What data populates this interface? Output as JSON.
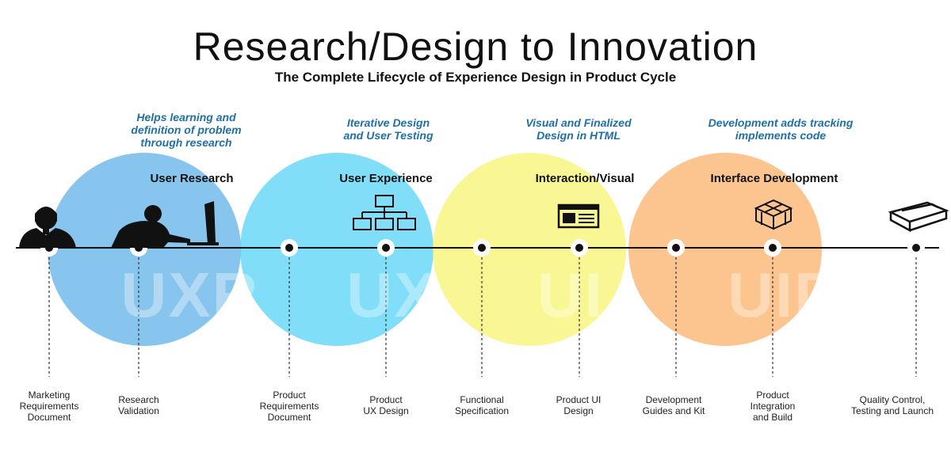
{
  "title": "Research/Design to Innovation",
  "subtitle": "The Complete Lifecycle of Experience Design in Product Cycle",
  "phases": [
    {
      "name": "User Research",
      "abbr": "UXR",
      "note": "Helps learning and\ndefinition of problem\nthrough research",
      "color": "#5aaee8",
      "icon": "person-at-computer-icon"
    },
    {
      "name": "User Experience",
      "abbr": "UX",
      "note": "Iterative Design\nand User Testing",
      "color": "#4fd1f5",
      "icon": "sitemap-icon"
    },
    {
      "name": "Interaction/Visual",
      "abbr": "UI",
      "note": "Visual and Finalized\nDesign in HTML",
      "color": "#f7f46a",
      "icon": "browser-window-icon"
    },
    {
      "name": "Interface Development",
      "abbr": "UID",
      "note": "Development adds tracking\nimplements code",
      "color": "#fbb56f",
      "icon": "cube-grid-icon"
    }
  ],
  "deliverables": [
    "Marketing\nRequirements\nDocument",
    "Research\nValidation",
    "Product\nRequirements\nDocument",
    "Product\nUX Design",
    "Functional\nSpecification",
    "Product UI\nDesign",
    "Development\nGuides and Kit",
    "Product\nIntegration\nand Build",
    "Quality Control,\nTesting and Launch"
  ],
  "end_icon": "box-package-icon"
}
